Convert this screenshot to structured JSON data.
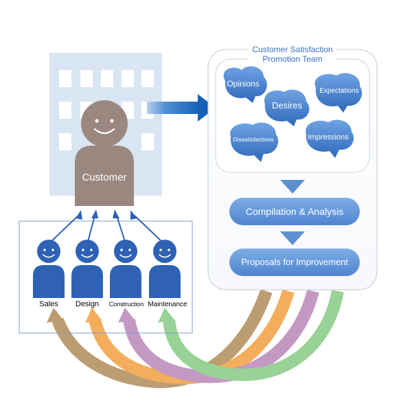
{
  "team": {
    "title_line1": "Customer Satisfaction",
    "title_line2": "Promotion Team"
  },
  "customer": {
    "label": "Customer"
  },
  "bubbles": {
    "opinions": "Opinions",
    "desires": "Desires",
    "expectations": "Expectations",
    "dissatisfactions": "Dissatisfactions",
    "impressions": "Impressions"
  },
  "steps": {
    "compilation": "Compilation & Analysis",
    "proposals": "Proposals for Improvement"
  },
  "staff": {
    "sales": "Sales",
    "design": "Design",
    "construction": "Construction",
    "maintenance": "Maintenance"
  },
  "colors": {
    "building": "#d9e5f2",
    "customer": "#9a8880",
    "staff_blue": "#2f62b4",
    "bubble_blue": "#3e78c8",
    "step_blue": "#5f93d6",
    "triangle_blue": "#5e8fd2",
    "flow_arrow": "#1e6bc2",
    "feedback_sales": "#b79565",
    "feedback_design": "#f2a850",
    "feedback_construction": "#be91c0",
    "feedback_maintenance": "#90cf8e"
  }
}
